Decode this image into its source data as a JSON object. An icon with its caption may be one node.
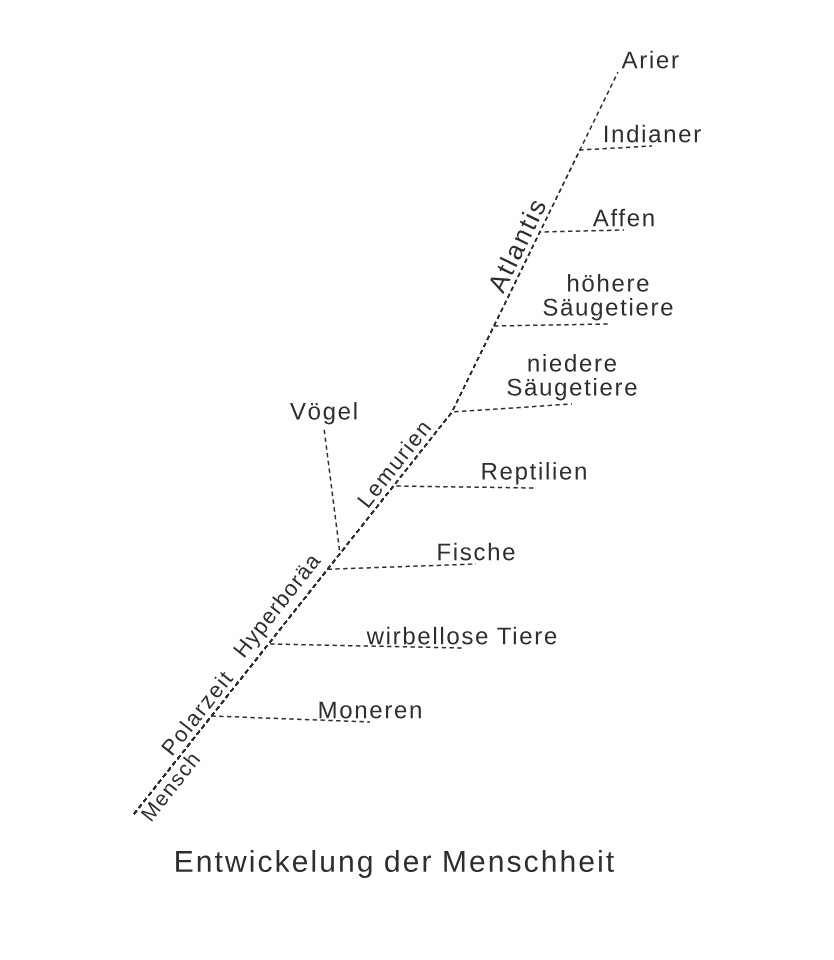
{
  "diagram": {
    "caption": "Entwickelung der Menschheit",
    "nodes": [
      {
        "text": [
          "Arier"
        ]
      },
      {
        "text": [
          "Indianer"
        ]
      },
      {
        "text": [
          "Affen"
        ]
      },
      {
        "text": [
          "höhere Säugetiere"
        ]
      },
      {
        "text": [
          "niedere Säugetiere"
        ]
      },
      {
        "text": [
          "Vögel"
        ]
      },
      {
        "text": [
          "Reptilien"
        ]
      },
      {
        "text": [
          "Fische"
        ]
      },
      {
        "text": [
          "wirbellose Tiere"
        ]
      },
      {
        "text": [
          "Moneren"
        ]
      },
      {
        "text": [
          "Mensch"
        ]
      }
    ],
    "edges": [
      {
        "from": 10,
        "to": 0,
        "arrow": "none",
        "style": "dashed"
      },
      {
        "from": 10,
        "to": 1,
        "arrow": "none",
        "style": "dashed"
      },
      {
        "from": 10,
        "to": 2,
        "arrow": "none",
        "style": "dashed"
      },
      {
        "from": 10,
        "to": 3,
        "arrow": "none",
        "style": "dashed"
      },
      {
        "from": 10,
        "to": 4,
        "arrow": "none",
        "style": "dashed"
      },
      {
        "from": 10,
        "to": 5,
        "arrow": "none",
        "style": "dashed"
      },
      {
        "from": 10,
        "to": 6,
        "arrow": "none",
        "style": "dashed"
      },
      {
        "from": 10,
        "to": 7,
        "arrow": "none",
        "style": "dashed"
      },
      {
        "from": 10,
        "to": 8,
        "arrow": "none",
        "style": "dashed"
      },
      {
        "from": 10,
        "to": 9,
        "arrow": "none",
        "style": "dashed"
      }
    ],
    "labels": [
      "Atlantis",
      "Lemurien",
      "Hyperboräa",
      "Polarzeit"
    ]
  }
}
